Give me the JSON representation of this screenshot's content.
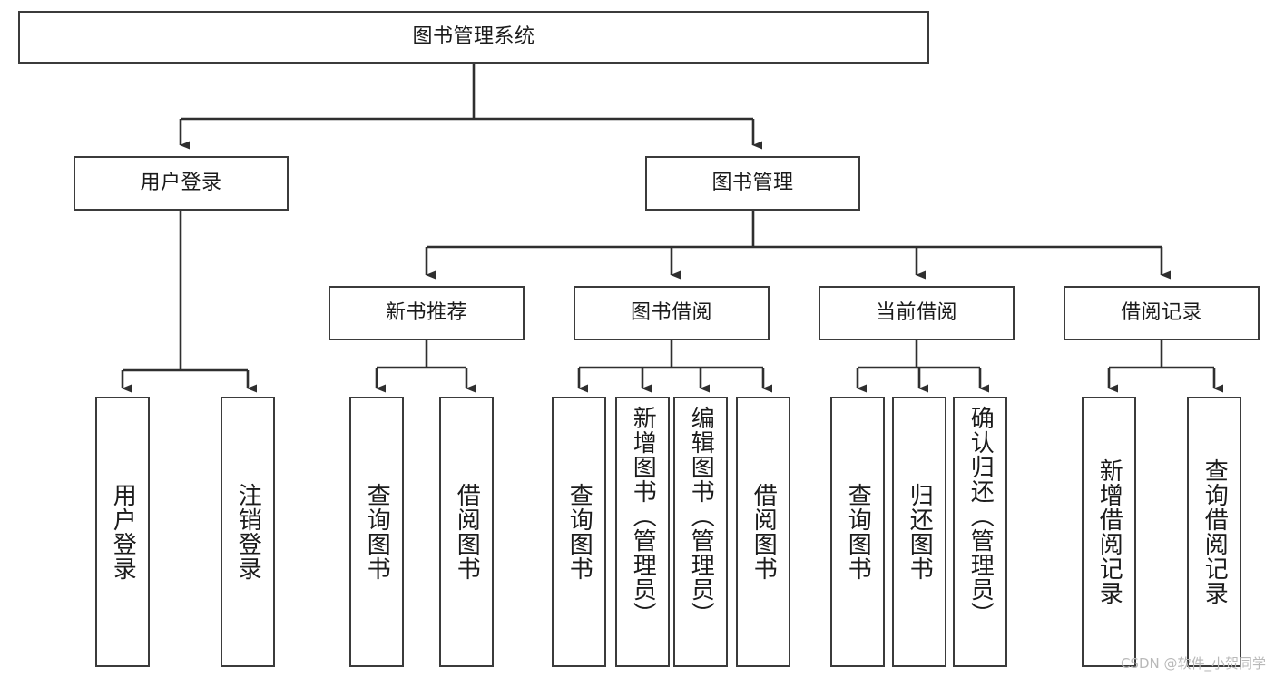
{
  "diagram": {
    "type": "tree-hierarchy-chart",
    "title": "图书管理系统",
    "stroke_color": "#3b3b3b",
    "background_color": "#ffffff",
    "text_color": "#1b1b1b",
    "levels": 4,
    "nodes": {
      "root": {
        "label": "图书管理系统",
        "orientation": "horizontal"
      },
      "l2": [
        {
          "id": "user-login",
          "label": "用户登录",
          "orientation": "horizontal"
        },
        {
          "id": "book-management",
          "label": "图书管理",
          "orientation": "horizontal"
        }
      ],
      "l3": [
        {
          "id": "new-book-recommend",
          "label": "新书推荐",
          "orientation": "horizontal",
          "parent": "book-management"
        },
        {
          "id": "book-borrow",
          "label": "图书借阅",
          "orientation": "horizontal",
          "parent": "book-management"
        },
        {
          "id": "current-borrow",
          "label": "当前借阅",
          "orientation": "horizontal",
          "parent": "book-management"
        },
        {
          "id": "borrow-record",
          "label": "借阅记录",
          "orientation": "horizontal",
          "parent": "book-management"
        }
      ],
      "leaves": [
        {
          "id": "leaf-user-login",
          "label": "用户登录",
          "orientation": "vertical",
          "parent": "user-login"
        },
        {
          "id": "leaf-logout-login",
          "label": "注销登录",
          "orientation": "vertical",
          "parent": "user-login"
        },
        {
          "id": "leaf-query-book-1",
          "label": "查询图书",
          "orientation": "vertical",
          "parent": "new-book-recommend"
        },
        {
          "id": "leaf-borrow-book-1",
          "label": "借阅图书",
          "orientation": "vertical",
          "parent": "new-book-recommend"
        },
        {
          "id": "leaf-query-book-2",
          "label": "查询图书",
          "orientation": "vertical",
          "parent": "book-borrow"
        },
        {
          "id": "leaf-add-book-admin",
          "label": "新增图书（管理员）",
          "orientation": "vertical",
          "parent": "book-borrow"
        },
        {
          "id": "leaf-edit-book-admin",
          "label": "编辑图书（管理员）",
          "orientation": "vertical",
          "parent": "book-borrow"
        },
        {
          "id": "leaf-borrow-book-2",
          "label": "借阅图书",
          "orientation": "vertical",
          "parent": "book-borrow"
        },
        {
          "id": "leaf-query-book-3",
          "label": "查询图书",
          "orientation": "vertical",
          "parent": "current-borrow"
        },
        {
          "id": "leaf-return-book",
          "label": "归还图书",
          "orientation": "vertical",
          "parent": "current-borrow"
        },
        {
          "id": "leaf-confirm-return-admin",
          "label": "确认归还（管理员）",
          "orientation": "vertical",
          "parent": "current-borrow"
        },
        {
          "id": "leaf-add-borrow-record",
          "label": "新增借阅记录",
          "orientation": "vertical",
          "parent": "borrow-record"
        },
        {
          "id": "leaf-query-borrow-record",
          "label": "查询借阅记录",
          "orientation": "vertical",
          "parent": "borrow-record"
        }
      ]
    }
  },
  "watermark": {
    "text": "CSDN @软件_小贺同学",
    "color": "#b9b9b9"
  }
}
